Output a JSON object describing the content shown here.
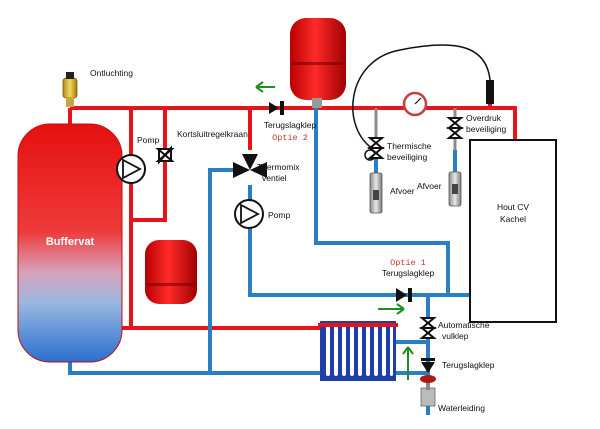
{
  "labels": {
    "ontluchting": "Ontluchting",
    "pomp_left": "Pomp",
    "kortsluit": "Kortsluitregelkraan",
    "terugslag_top": "Terugslagklep",
    "optie2": "Optie 2",
    "thermomix_1": "Thermomix",
    "thermomix_2": "ventiel",
    "pomp_mid": "Pomp",
    "thermische_1": "Thermische",
    "thermische_2": "beveiliging",
    "afvoer_1": "Afvoer",
    "afvoer_2": "Afvoer",
    "overdruk_1": "Overdruk",
    "overdruk_2": "beveiliging",
    "kachel_1": "Hout CV",
    "kachel_2": "Kachel",
    "buffervat": "Buffervat",
    "optie1": "Optie 1",
    "terugslag_mid": "Terugslagklep",
    "vulklep_1": "Automatische",
    "vulklep_2": "vulklep",
    "terugslag_low": "Terugslagklep",
    "waterleiding": "Waterleiding"
  },
  "colors": {
    "hot_pipe": "#e8141c",
    "cold_pipe": "#2a7fc4",
    "flow_arrow": "#1e8f1e",
    "valve": "#111111"
  }
}
